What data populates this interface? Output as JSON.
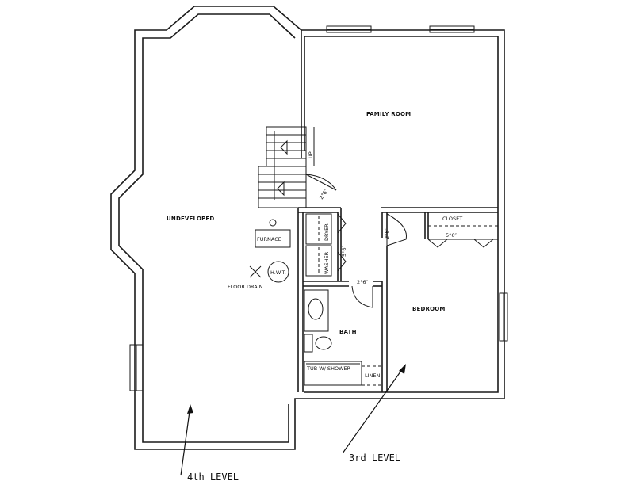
{
  "rooms": {
    "family_room": "FAMILY ROOM",
    "undeveloped": "UNDEVELOPED",
    "bedroom": "BEDROOM",
    "bath": "BATH",
    "closet": "CLOSET",
    "furnace": "FURNACE",
    "hwt": "H.W.T.",
    "floor_drain": "FLOOR DRAIN",
    "washer": "WASHER",
    "dryer": "DRYER",
    "tub_shower": "TUB W/ SHOWER",
    "linen": "LINEN",
    "up": "UP"
  },
  "dimensions": {
    "door_stair": "2°6″",
    "laundry_bifold": "5°6″",
    "bath_door": "2°6″",
    "bedroom_door": "2°6″",
    "closet_bifold": "5°6″"
  },
  "levels": {
    "lower": "4th  LEVEL",
    "upper": "3rd  LEVEL"
  }
}
